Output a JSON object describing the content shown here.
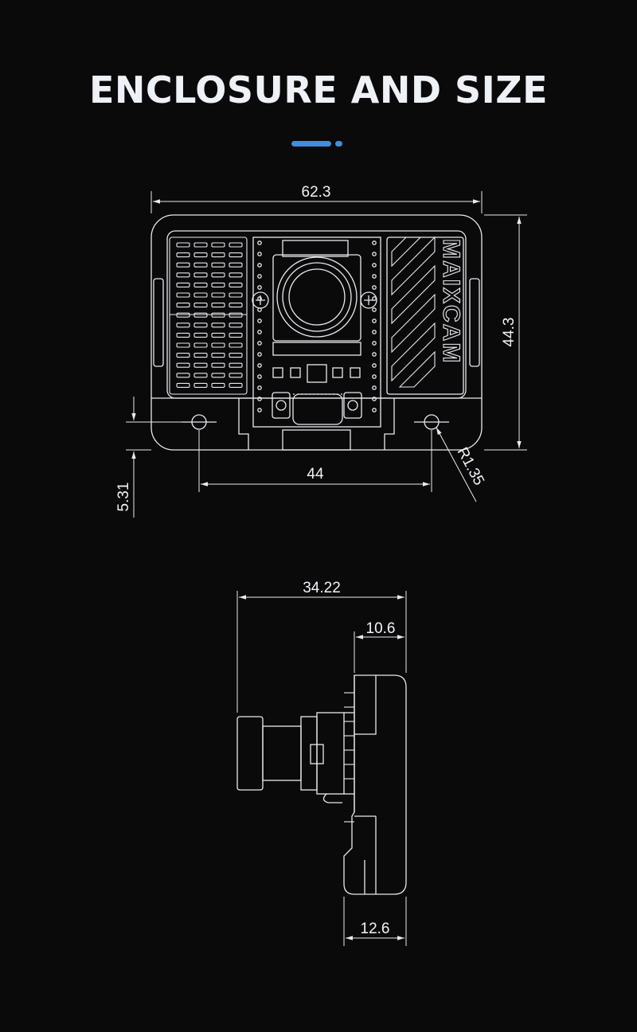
{
  "title": "ENCLOSURE AND SIZE",
  "colors": {
    "background": "#0a0a0b",
    "accent": "#3f8ee0",
    "line": "#e8eaee"
  },
  "front_view": {
    "width_label": "62.3",
    "height_label": "44.3",
    "hole_spacing_label": "44",
    "hole_offset_label": "5.31",
    "radius_label": "R1.35",
    "logo_text": "MAIXCAM"
  },
  "side_view": {
    "total_depth_label": "34.22",
    "top_depth_label": "10.6",
    "bottom_depth_label": "12.6"
  }
}
